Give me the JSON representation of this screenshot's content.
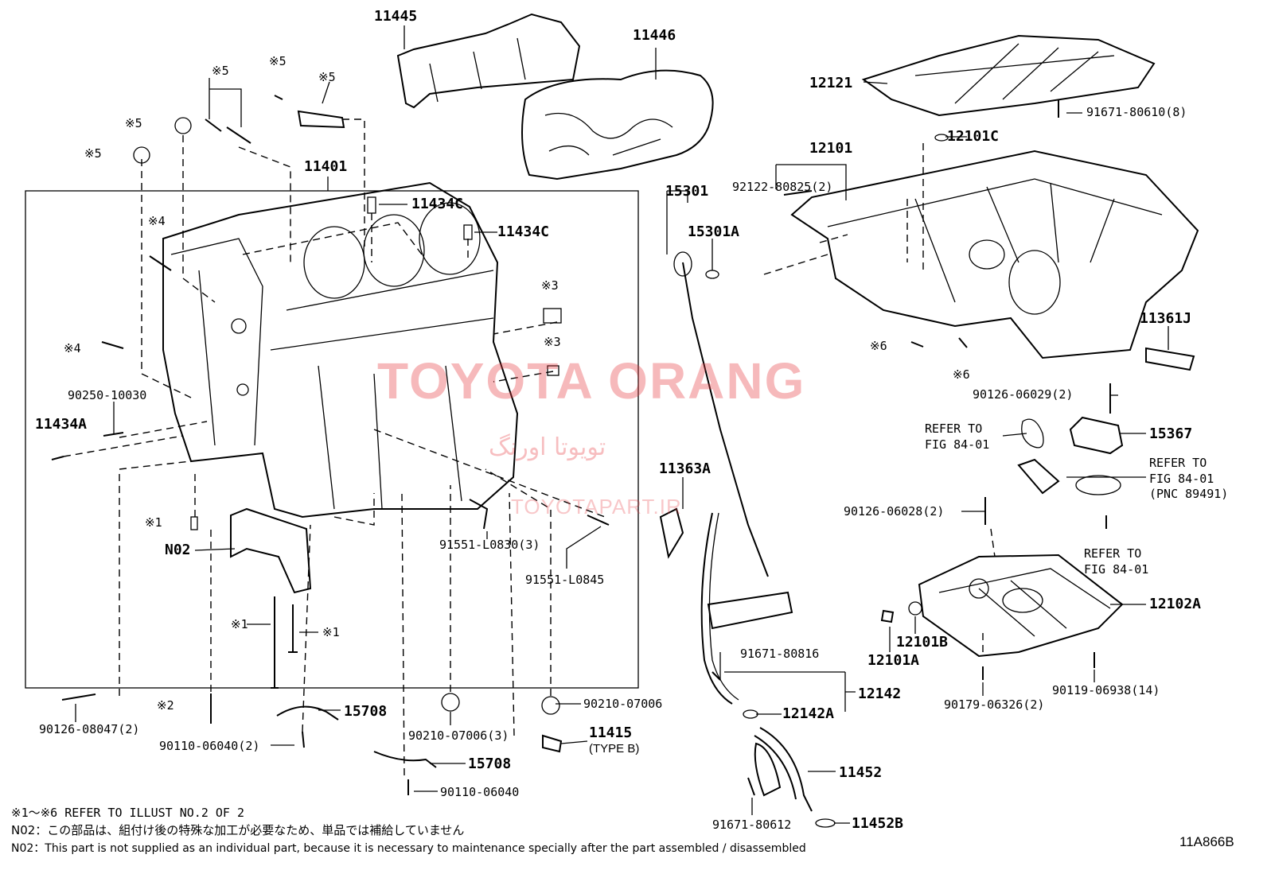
{
  "labels": {
    "p11445": "11445",
    "p11446": "11446",
    "p12121": "12121",
    "p91671_80610": "91671-80610(8)",
    "p12101": "12101",
    "p12101C": "12101C",
    "p92122_80825": "92122-80825(2)",
    "p15301": "15301",
    "p15301A": "15301A",
    "p11401": "11401",
    "p11434C_a": "11434C",
    "p11434C_b": "11434C",
    "x5_a": "※5",
    "x5_b": "※5",
    "x5_c": "※5",
    "x5_d": "※5",
    "x5_e": "※5",
    "x4_a": "※4",
    "x4_b": "※4",
    "x3_a": "※3",
    "x3_b": "※3",
    "x6_a": "※6",
    "x6_b": "※6",
    "x1_a": "※1",
    "x1_b": "※1",
    "x1_c": "※1",
    "x2_a": "※2",
    "p11361J": "11361J",
    "p90126_06029": "90126-06029(2)",
    "refer_a": "REFER TO\nFIG 84-01",
    "p15367": "15367",
    "refer_b": "REFER TO\nFIG 84-01\n(PNC 89491)",
    "p90250_10030": "90250-10030",
    "p11434A": "11434A",
    "p11363A": "11363A",
    "p90126_06028": "90126-06028(2)",
    "refer_c": "REFER TO\nFIG 84-01",
    "pN02": "N02",
    "p91551_L0830": "91551-L0830(3)",
    "p91551_L0845": "91551-L0845",
    "p12102A": "12102A",
    "p12101B": "12101B",
    "p12101A": "12101A",
    "p91671_80816": "91671-80816",
    "p90119_06938": "90119-06938(14)",
    "p12142": "12142",
    "p12142A": "12142A",
    "p90179_06326": "90179-06326(2)",
    "p90126_08047": "90126-08047(2)",
    "p15708_a": "15708",
    "p90210_07006": "90210-07006",
    "p90210_07006_3": "90210-07006(3)",
    "p11415": "11415",
    "p11415_type": "(TYPE B)",
    "p90110_06040_2": "90110-06040(2)",
    "p15708_b": "15708",
    "p90110_06040": "90110-06040",
    "p11452": "11452",
    "p91671_80612": "91671-80612",
    "p11452B": "11452B"
  },
  "notes": {
    "line1": "※1～※6 REFER TO ILLUST NO.2 OF 2",
    "line2": "N02：この部品は、組付け後の特殊な加工が必要なため、単品では補給していません",
    "line3": "N02：This part is not supplied as an individual part, because it is necessary to maintenance specially after the part assembled / disassembled"
  },
  "diagram_code": "11A866B",
  "watermark": {
    "title": "TOYOTA ORANG",
    "persian": "تویوتا اورنگ",
    "site": "TOYOTAPART.IR"
  }
}
